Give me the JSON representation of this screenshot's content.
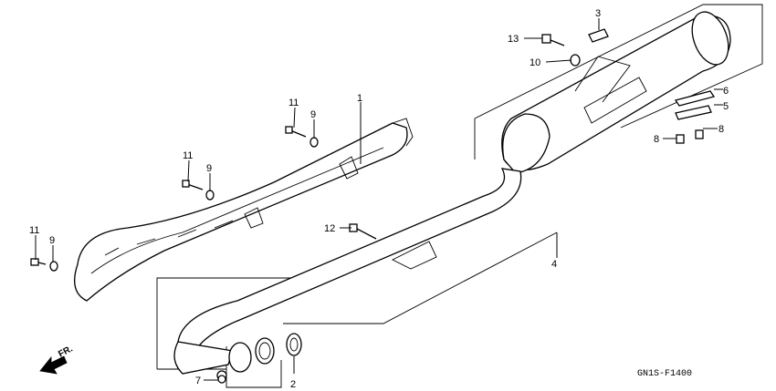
{
  "diagram_code": "GN1S-F1400",
  "front_indicator": "FR.",
  "callouts": {
    "c1": "1",
    "c2": "2",
    "c3": "3",
    "c4": "4",
    "c5": "5",
    "c6": "6",
    "c7": "7",
    "c8a": "8",
    "c8b": "8",
    "c9a": "9",
    "c9b": "9",
    "c9c": "9",
    "c10": "10",
    "c11a": "11",
    "c11b": "11",
    "c11c": "11",
    "c12": "12",
    "c13": "13"
  }
}
